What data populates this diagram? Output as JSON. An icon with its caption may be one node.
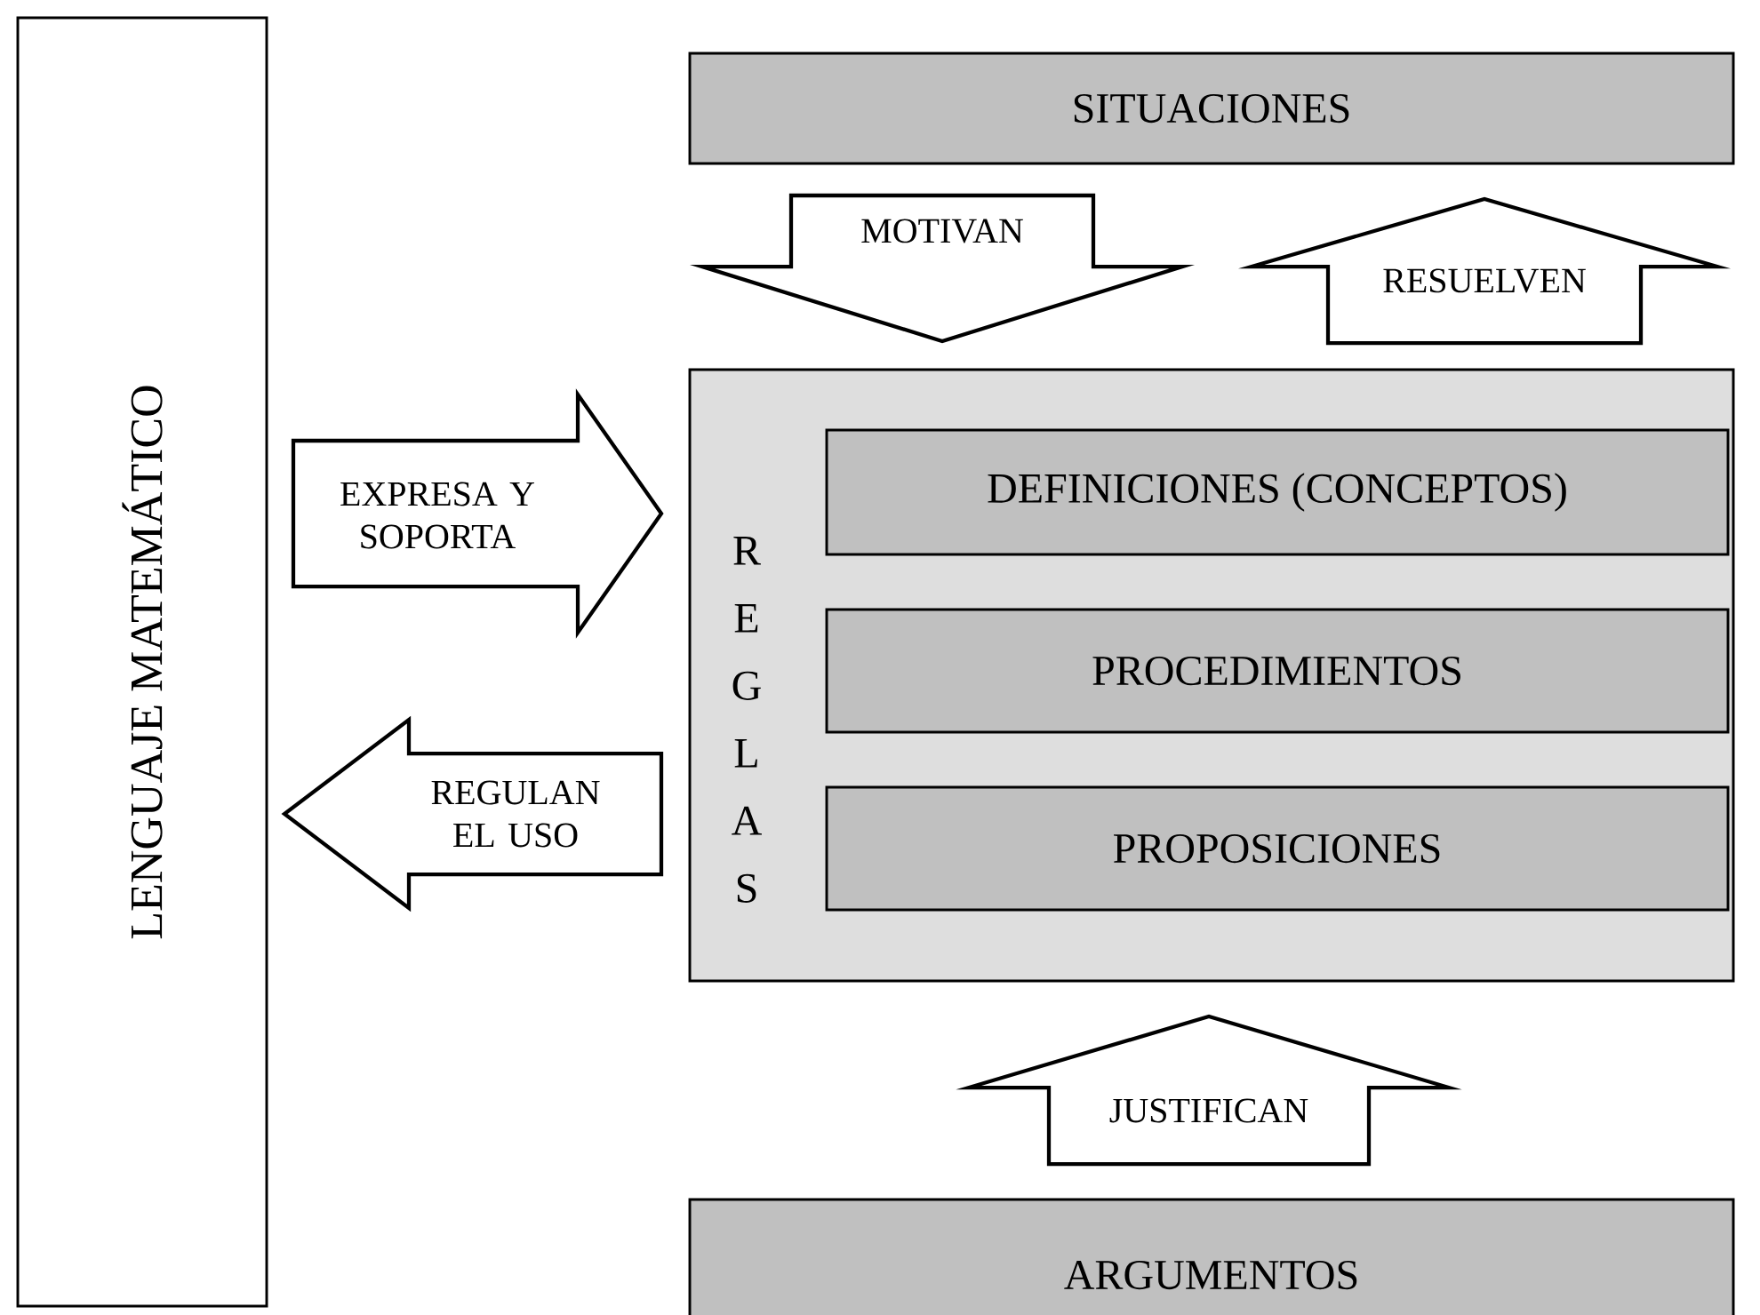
{
  "diagram": {
    "nodes": [
      {
        "text": [
          "LENGUAJE MATEMÁTICO"
        ]
      },
      {
        "text": [
          "SITUACIONES"
        ]
      },
      {
        "text": [
          "R E G L A S"
        ]
      },
      {
        "text": [
          "DEFINICIONES (CONCEPTOS)"
        ],
        "in": 2
      },
      {
        "text": [
          "PROCEDIMIENTOS"
        ],
        "in": 2
      },
      {
        "text": [
          "PROPOSICIONES"
        ],
        "in": 2
      },
      {
        "text": [
          "ARGUMENTOS"
        ]
      }
    ],
    "edges": [
      {
        "from": 1,
        "to": 2,
        "arrow": "to",
        "label": "MOTIVAN"
      },
      {
        "from": 2,
        "to": 1,
        "arrow": "to",
        "label": "RESUELVEN"
      },
      {
        "from": 0,
        "to": 2,
        "arrow": "to",
        "label": "EXPRESA Y SOPORTA"
      },
      {
        "from": 2,
        "to": 0,
        "arrow": "to",
        "label": "REGULAN EL USO"
      },
      {
        "from": 6,
        "to": 2,
        "arrow": "to",
        "label": "JUSTIFICAN"
      }
    ]
  }
}
